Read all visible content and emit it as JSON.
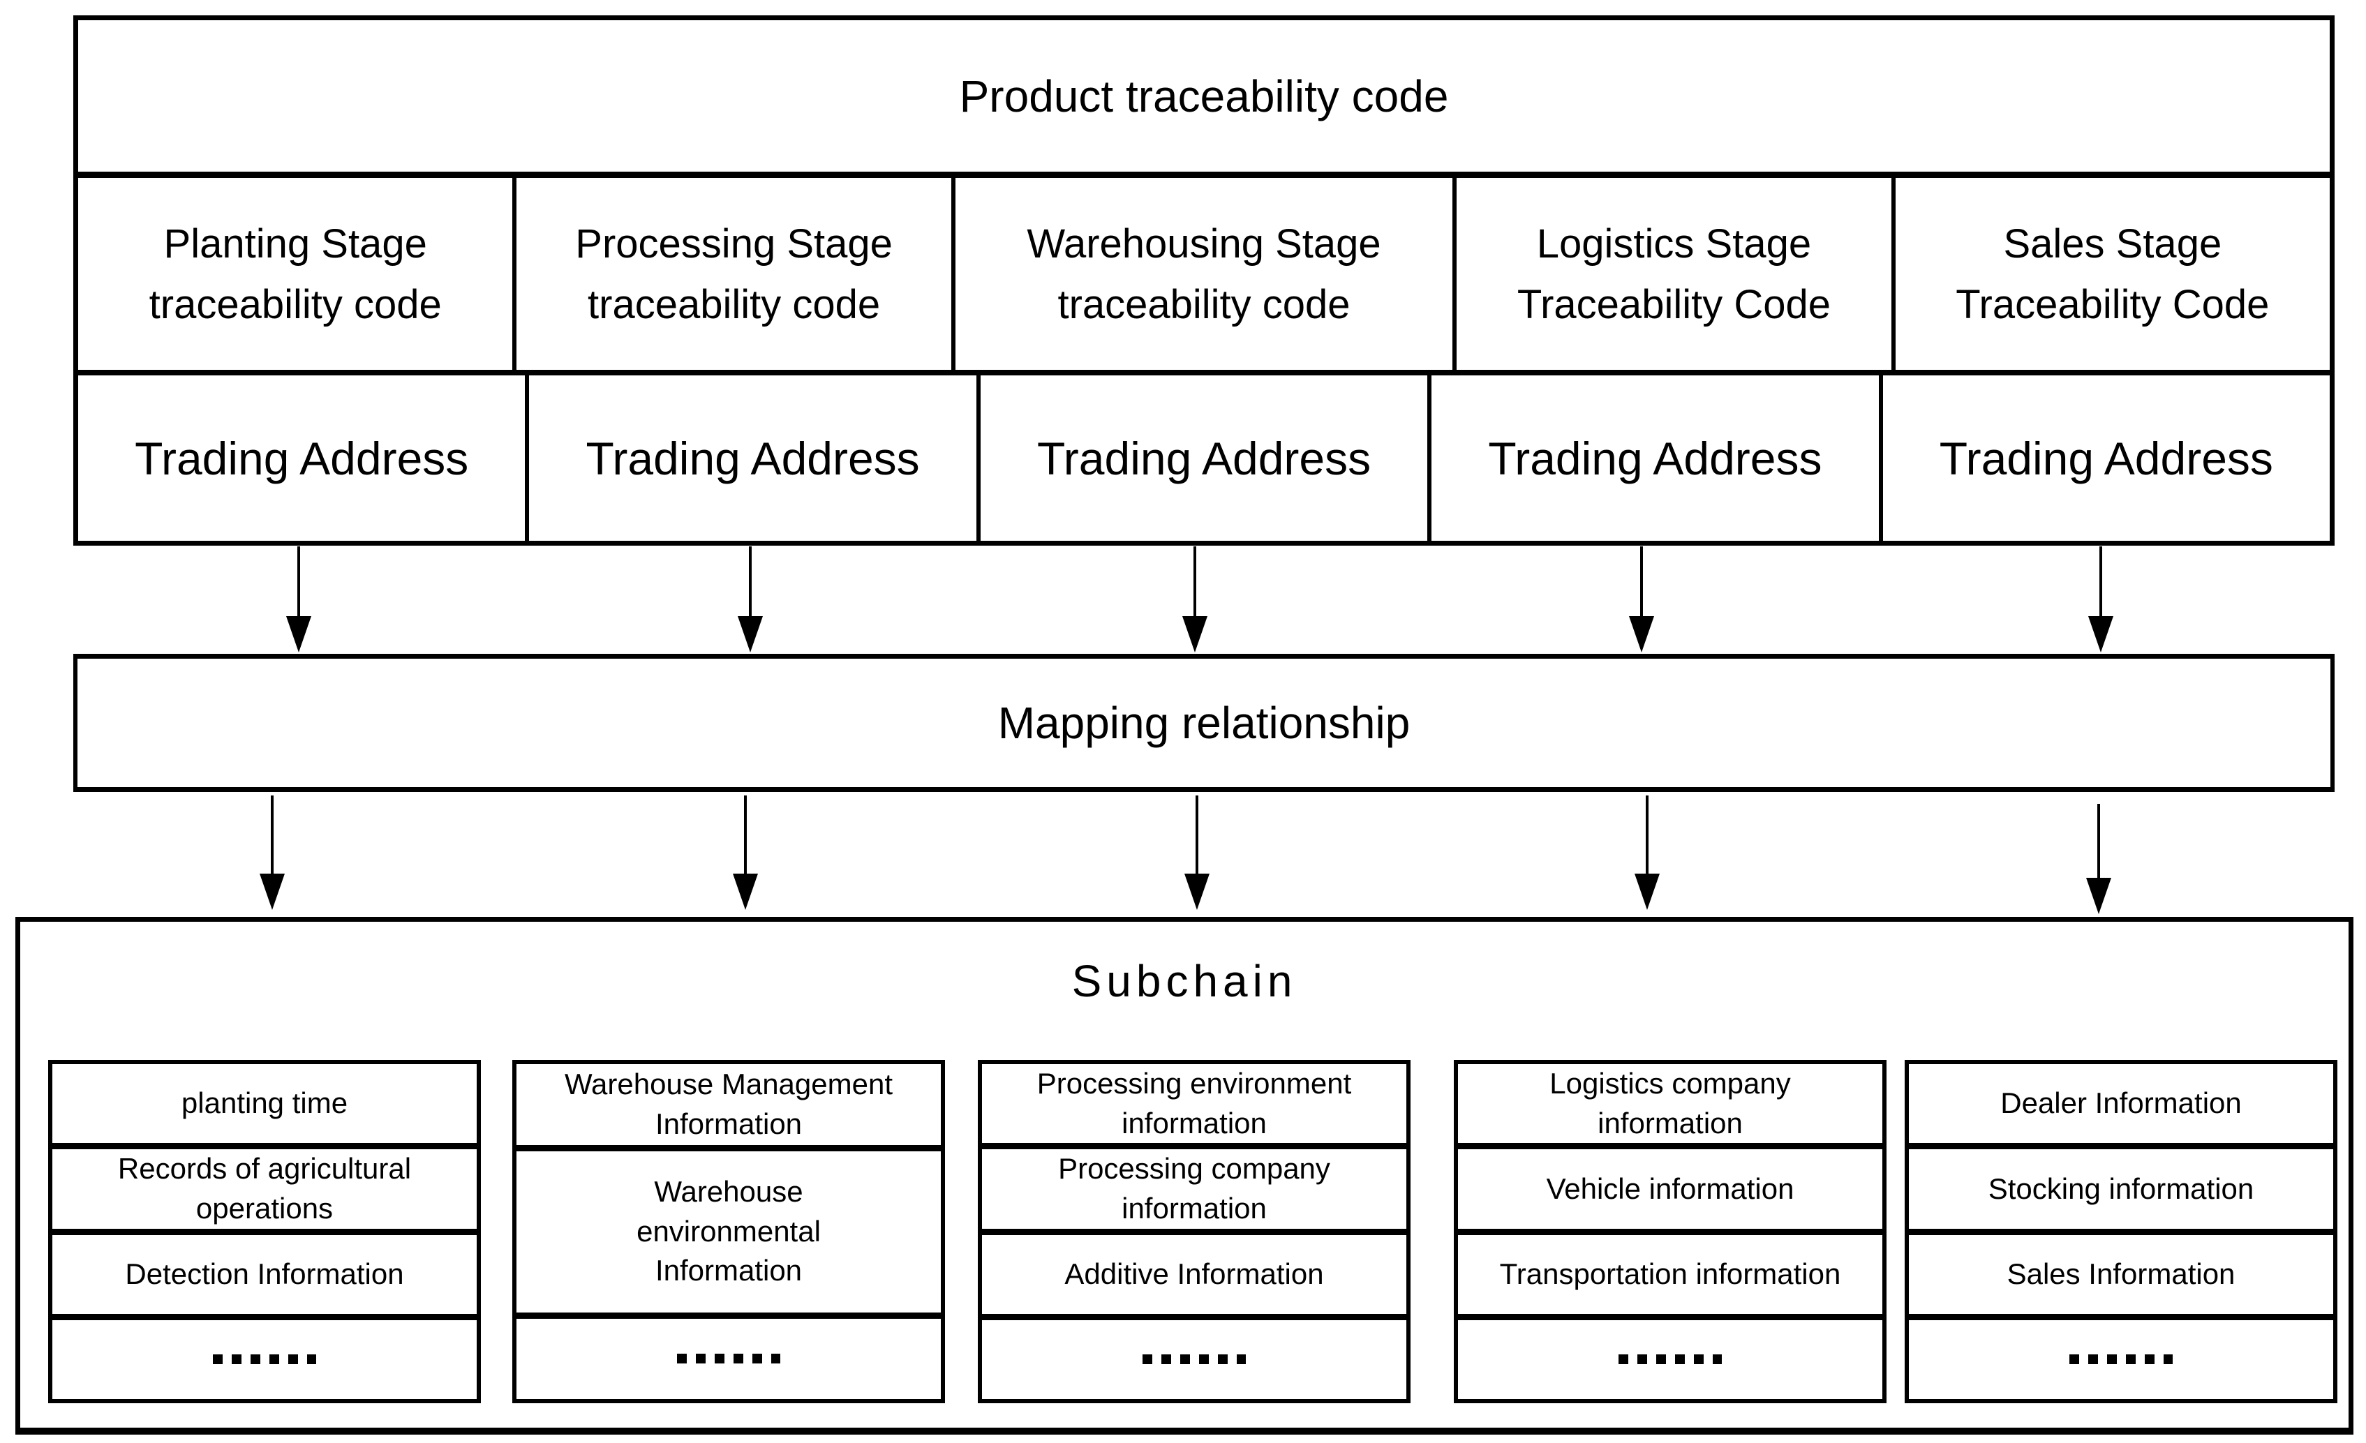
{
  "product_code_table": {
    "title": "Product traceability code",
    "stages": [
      {
        "name": "Planting Stage traceability code",
        "address": "Trading Address"
      },
      {
        "name": "Processing Stage traceability code",
        "address": "Trading Address"
      },
      {
        "name": "Warehousing Stage traceability code",
        "address": "Trading Address"
      },
      {
        "name": "Logistics Stage Traceability Code",
        "address": "Trading Address"
      },
      {
        "name": "Sales Stage Traceability Code",
        "address": "Trading Address"
      }
    ]
  },
  "mapping_box": {
    "label": "Mapping relationship"
  },
  "subchain": {
    "title": "Subchain",
    "groups": [
      {
        "name": "planting",
        "rows": [
          "planting time",
          "Records of agricultural operations",
          "Detection Information"
        ],
        "ellipsis": "……"
      },
      {
        "name": "warehousing",
        "rows": [
          "Warehouse Management Information",
          "Warehouse environmental Information"
        ],
        "ellipsis": "……"
      },
      {
        "name": "processing",
        "rows": [
          "Processing environment information",
          "Processing company information",
          "Additive Information"
        ],
        "ellipsis": "……"
      },
      {
        "name": "logistics",
        "rows": [
          "Logistics company information",
          "Vehicle information",
          "Transportation information"
        ],
        "ellipsis": "……"
      },
      {
        "name": "sales",
        "rows": [
          "Dealer Information",
          "Stocking information",
          "Sales Information"
        ],
        "ellipsis": "……"
      }
    ]
  },
  "colors": {
    "line": "#000000",
    "background": "#ffffff"
  }
}
